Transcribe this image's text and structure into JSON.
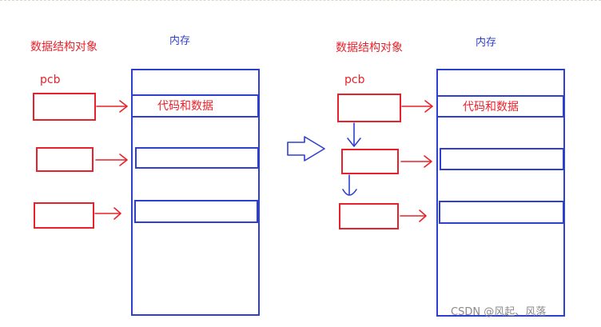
{
  "colors": {
    "red": "#e8222a",
    "blue": "#2f3fd0",
    "watermark": "#8a8a8a"
  },
  "left": {
    "struct_label": "数据结构对象",
    "memory_label": "内存",
    "pcb_label": "pcb",
    "code_data_label": "代码和数据"
  },
  "right": {
    "struct_label": "数据结构对象",
    "memory_label": "内存",
    "pcb_label": "pcb",
    "code_data_label": "代码和数据"
  },
  "watermark": "CSDN @风起、风落"
}
